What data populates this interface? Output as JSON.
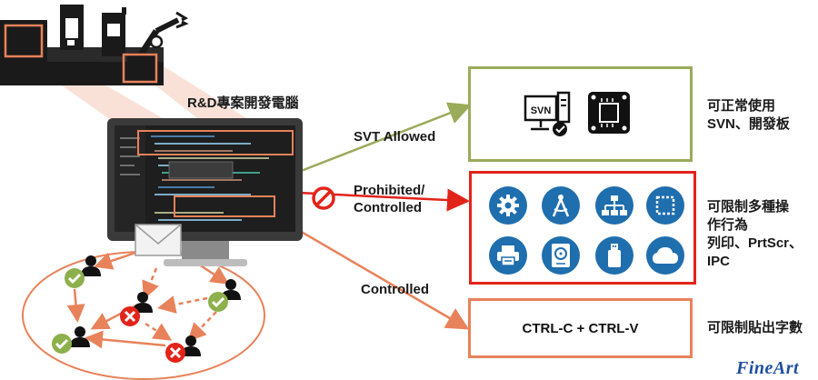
{
  "title": "R&D專案開發電腦",
  "arrows": {
    "allowed": "SVT Allowed",
    "prohibited_line1": "Prohibited/",
    "prohibited_line2": "Controlled",
    "controlled": "Controlled"
  },
  "boxes": {
    "top": {
      "icons": [
        {
          "name": "svn-server-icon",
          "text": "SVN"
        },
        {
          "name": "dev-board-icon"
        }
      ],
      "desc_line1": "可正常使用",
      "desc_line2": "SVN、開發板"
    },
    "middle": {
      "icons": [
        "gear-icon",
        "compass-icon",
        "network-icon",
        "screenshot-icon",
        "printer-icon",
        "hard-drive-icon",
        "usb-icon",
        "cloud-icon"
      ],
      "desc_line1": "可限制多種操",
      "desc_line2": "作行為",
      "desc_line3": "列印、PrtScr、",
      "desc_line4": "IPC"
    },
    "bottom": {
      "text": "CTRL-C + CTRL-V",
      "desc": "可限制貼出字數"
    }
  },
  "colors": {
    "allowed": "#9aab5b",
    "prohibited": "#e2231a",
    "controlled": "#e8825a",
    "icon_blue": "#1f6eae",
    "check_green": "#8db04c"
  },
  "logo": "FineArt"
}
